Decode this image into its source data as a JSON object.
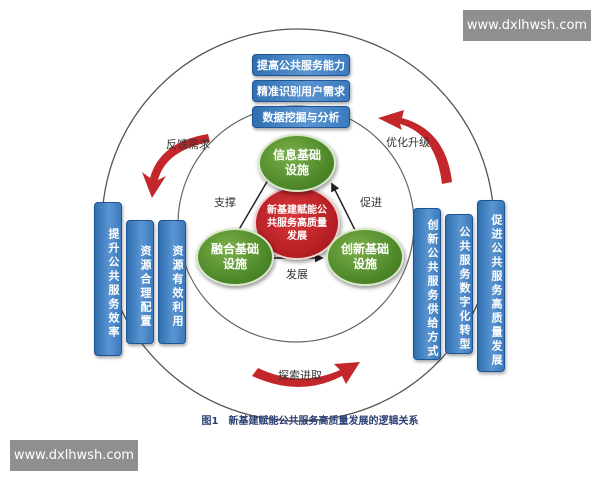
{
  "watermarks": {
    "top": "www.dxlhwsh.com",
    "bottom": "www.dxlhwsh.com"
  },
  "top_boxes": [
    "提高公共服务能力",
    "精准识别用户需求",
    "数据挖掘与分析"
  ],
  "left_boxes": [
    "提升公共服务效率",
    "资源合理配置",
    "资源有效利用"
  ],
  "right_boxes": [
    "创新公共服务供给方式",
    "公共服务数字化转型",
    "促进公共服务高质量发展"
  ],
  "core": "新基建赋能公共服务高质量发展",
  "nodes": {
    "top": "信息基础设施",
    "left": "融合基础设施",
    "right": "创新基础设施"
  },
  "edge_labels": {
    "support": "支撑",
    "promote": "促进",
    "develop": "发展"
  },
  "outer_labels": {
    "feedback": "反馈需求",
    "optimize": "优化升级",
    "explore": "探索进取"
  },
  "caption": "图1　新基建赋能公共服务高质量发展的逻辑关系",
  "colors": {
    "blue": "#3b7abd",
    "green": "#4f8a2a",
    "red": "#b51f24",
    "caption": "#2a3f73"
  }
}
